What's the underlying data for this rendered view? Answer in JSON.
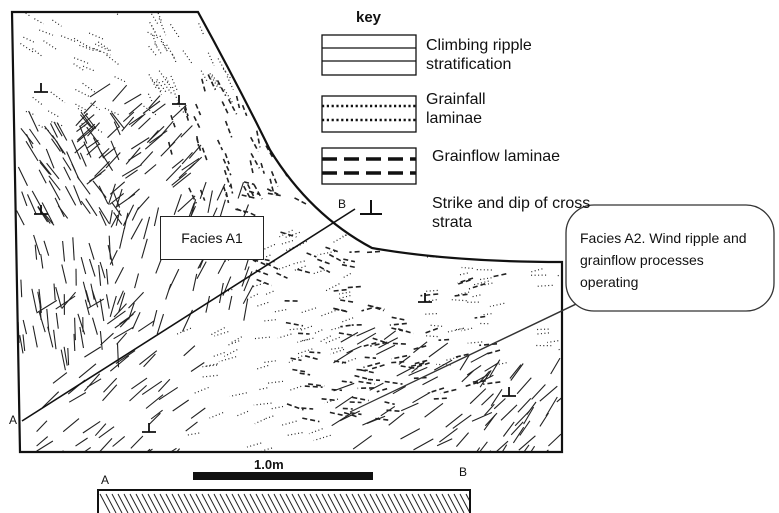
{
  "key": {
    "title": "key",
    "items": [
      {
        "label": "Climbing ripple stratification",
        "symbol": "solid-lines"
      },
      {
        "label": "Grainfall laminae",
        "symbol": "dotted-lines"
      },
      {
        "label": "Grainflow laminae",
        "symbol": "dashed-lines"
      },
      {
        "label": "Strike and dip of cross strata",
        "symbol": "strike-dip-symbol"
      }
    ]
  },
  "labels": {
    "facies_a1": "Facies A1",
    "facies_a2": "Facies A2. Wind ripple and grainflow processes operating",
    "point_a": "A",
    "point_b": "B",
    "point_a_section": "A",
    "point_b_section": "B",
    "scale": "1.0m"
  },
  "colors": {
    "ink": "#111111",
    "paper": "#ffffff"
  }
}
